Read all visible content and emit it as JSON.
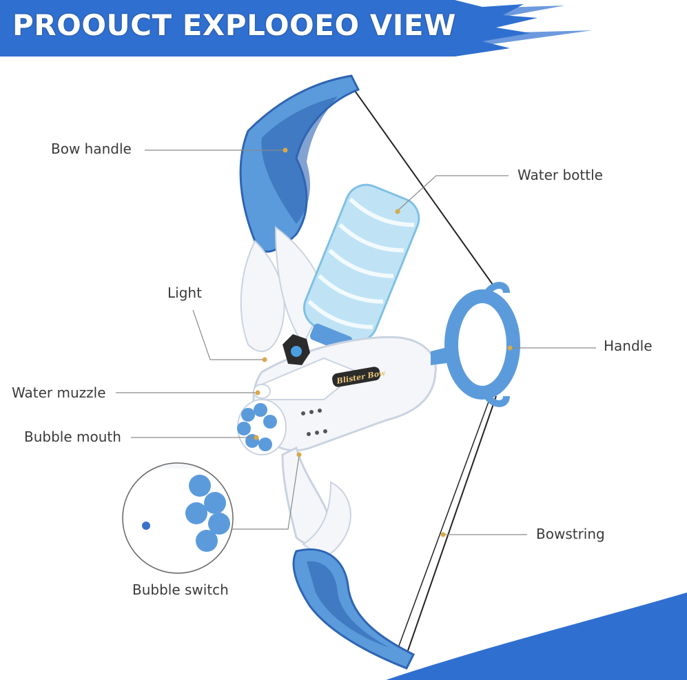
{
  "title": "PROOUCT EXPLOOEO VIEW",
  "colors": {
    "banner": "#2f6fd0",
    "bow_blue": "#5b9bdb",
    "bow_dark": "#2e64b3",
    "bow_white": "#f4f6fa",
    "bottle": "#bfe3f5",
    "leader": "#8a8a8a",
    "dot": "#d9a84a",
    "corner_wave": "#2f6fd0"
  },
  "labels": {
    "bow_handle": "Bow handle",
    "water_bottle": "Water bottle",
    "light": "Light",
    "handle": "Handle",
    "water_muzzle": "Water muzzle",
    "bubble_mouth": "Bubble mouth",
    "bowstring": "Bowstring",
    "bubble_switch": "Bubble switch"
  },
  "product_badge": "Blister Bow"
}
